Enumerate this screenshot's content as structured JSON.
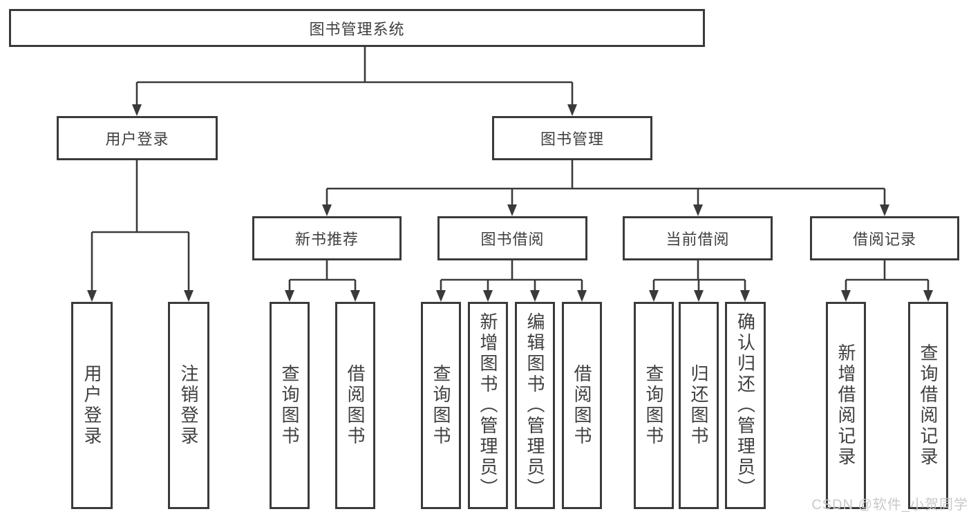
{
  "colors": {
    "line": "#3a3a3a",
    "text": "#3f3f3f",
    "watermark": "#c9c9c9",
    "background": "#ffffff"
  },
  "watermark": {
    "text": "CSDN @软件_小贺同学"
  },
  "diagram": {
    "type": "hierarchy-tree",
    "title": "图书管理系统",
    "nodes": {
      "root": {
        "label": "图书管理系统"
      },
      "user_login": {
        "label": "用户登录"
      },
      "book_mgmt": {
        "label": "图书管理"
      },
      "new_book": {
        "label": "新书推荐"
      },
      "book_borrow": {
        "label": "图书借阅"
      },
      "current_borrow": {
        "label": "当前借阅"
      },
      "borrow_record": {
        "label": "借阅记录"
      },
      "user_login_leaf": {
        "label": "用户登录"
      },
      "logout_leaf": {
        "label": "注销登录"
      },
      "nb_query_book": {
        "label": "查询图书"
      },
      "nb_borrow_book": {
        "label": "借阅图书"
      },
      "bb_query_book": {
        "label": "查询图书"
      },
      "bb_add_book": {
        "label": "新增图书（管理员）"
      },
      "bb_edit_book": {
        "label": "编辑图书（管理员）"
      },
      "bb_borrow_book": {
        "label": "借阅图书"
      },
      "cb_query_book": {
        "label": "查询图书"
      },
      "cb_return_book": {
        "label": "归还图书"
      },
      "cb_confirm_return": {
        "label": "确认归还（管理员）"
      },
      "br_add_record": {
        "label": "新增借阅记录"
      },
      "br_query_record": {
        "label": "查询借阅记录"
      }
    },
    "edges": [
      {
        "from": "root",
        "to": "user_login"
      },
      {
        "from": "root",
        "to": "book_mgmt"
      },
      {
        "from": "user_login",
        "to": "user_login_leaf"
      },
      {
        "from": "user_login",
        "to": "logout_leaf"
      },
      {
        "from": "book_mgmt",
        "to": "new_book"
      },
      {
        "from": "book_mgmt",
        "to": "book_borrow"
      },
      {
        "from": "book_mgmt",
        "to": "current_borrow"
      },
      {
        "from": "book_mgmt",
        "to": "borrow_record"
      },
      {
        "from": "new_book",
        "to": "nb_query_book"
      },
      {
        "from": "new_book",
        "to": "nb_borrow_book"
      },
      {
        "from": "book_borrow",
        "to": "bb_query_book"
      },
      {
        "from": "book_borrow",
        "to": "bb_add_book"
      },
      {
        "from": "book_borrow",
        "to": "bb_edit_book"
      },
      {
        "from": "book_borrow",
        "to": "bb_borrow_book"
      },
      {
        "from": "current_borrow",
        "to": "cb_query_book"
      },
      {
        "from": "current_borrow",
        "to": "cb_return_book"
      },
      {
        "from": "current_borrow",
        "to": "cb_confirm_return"
      },
      {
        "from": "borrow_record",
        "to": "br_add_record"
      },
      {
        "from": "borrow_record",
        "to": "br_query_record"
      }
    ]
  }
}
